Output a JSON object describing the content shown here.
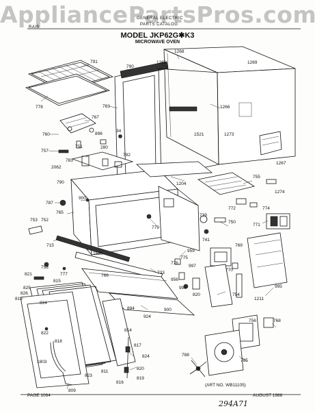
{
  "watermark": "AppliancePartsPros.com",
  "header": {
    "left_tag": "RAIS",
    "line1": "GENERAL ELECTRIC",
    "line2": "PARTS CATALOG",
    "model": "MODEL JKP62G✱K3",
    "subtitle": "MICROWAVE OVEN"
  },
  "footer": {
    "page": "PAGE 1064",
    "date": "AUGUST 1988",
    "art_no": "(ART NO. WB11105)",
    "handwritten": "294A71"
  },
  "part_labels": {
    "p790a": "790",
    "p791": "791",
    "p778": "778",
    "p1268": "1268",
    "p1265": "1265",
    "p1269": "1269",
    "p783": "783",
    "p767": "767",
    "p1266": "1266",
    "p1521": "1521",
    "p760": "760",
    "p896": "896",
    "p34": "34",
    "p1273": "1273",
    "p757": "757",
    "p751": "751",
    "p280": "280",
    "p792": "792",
    "p783b": "783",
    "p2062": "2062",
    "p1267": "1267",
    "p1204": "1204",
    "p790b": "790",
    "p755": "755",
    "p1274": "1274",
    "p787": "787",
    "p900": "900",
    "p772": "772",
    "p774": "774",
    "p765": "765",
    "p753": "753",
    "p752": "752",
    "p779": "779",
    "p739": "739",
    "p750": "750",
    "p771": "771",
    "p741": "741",
    "p715": "715",
    "p1529": "1529",
    "p769": "769",
    "p959": "959",
    "p758": "758",
    "p777": "777",
    "p776": "776",
    "p775": "775",
    "p997": "997",
    "p821": "821",
    "p766": "766",
    "p733": "733",
    "p956": "956",
    "p770": "770",
    "p815": "815",
    "p825": "825",
    "p826": "826",
    "p998": "998",
    "p820": "820",
    "p754": "754",
    "p1211": "1211",
    "p995": "995",
    "p819": "819",
    "p894": "894",
    "p824": "824",
    "p900b": "900",
    "p924": "924",
    "p814": "814",
    "p822": "822",
    "p818": "818",
    "p756": "756",
    "p768": "768",
    "p817": "817",
    "p824b": "824",
    "p1803": "1803",
    "p823": "823",
    "p811": "811",
    "p816": "816",
    "p820b": "820",
    "p819b": "819",
    "p788": "788",
    "p785": "785",
    "p809": "809"
  }
}
